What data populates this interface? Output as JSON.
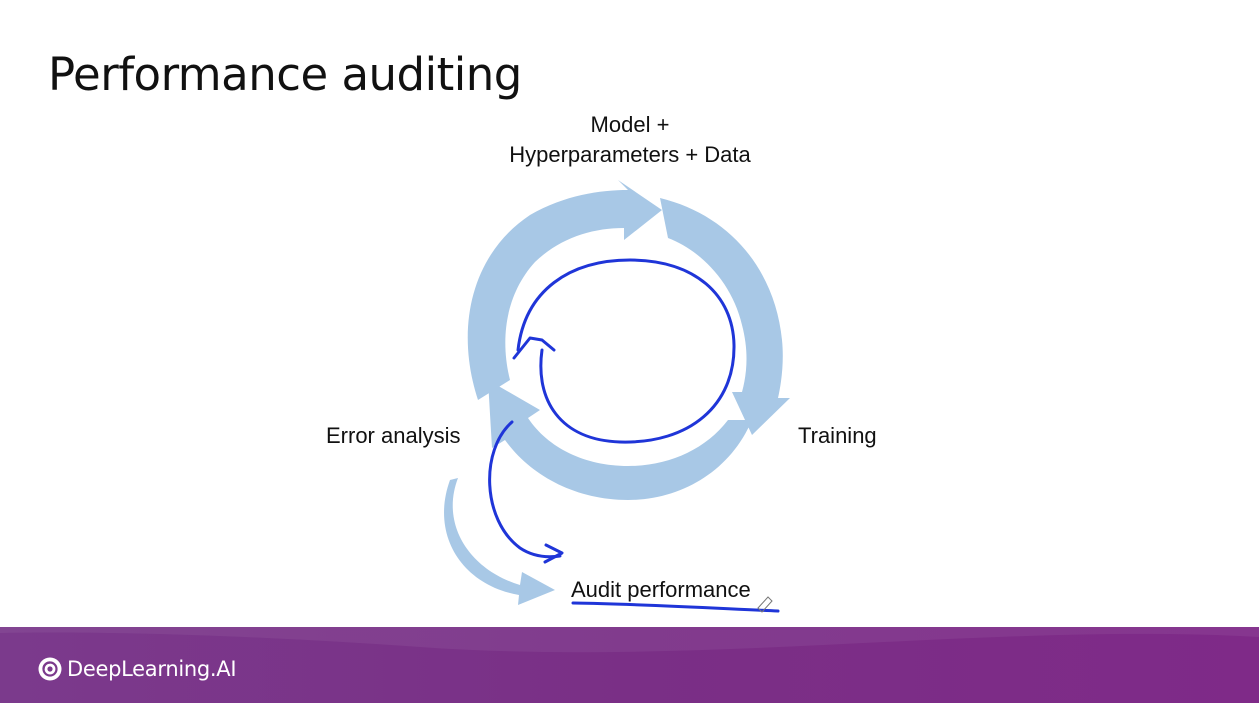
{
  "slide": {
    "title": "Performance auditing"
  },
  "diagram": {
    "top_label_line1": "Model +",
    "top_label_line2": "Hyperparameters + Data",
    "left_label": "Error analysis",
    "right_label": "Training",
    "bottom_label": "Audit performance"
  },
  "footer": {
    "brand": "DeepLearning.AI",
    "logo_icon": "deeplearning-logo-icon"
  },
  "colors": {
    "arrow": "#a8c8e6",
    "ink": "#1f35d8",
    "footer": "#7a2f86"
  }
}
